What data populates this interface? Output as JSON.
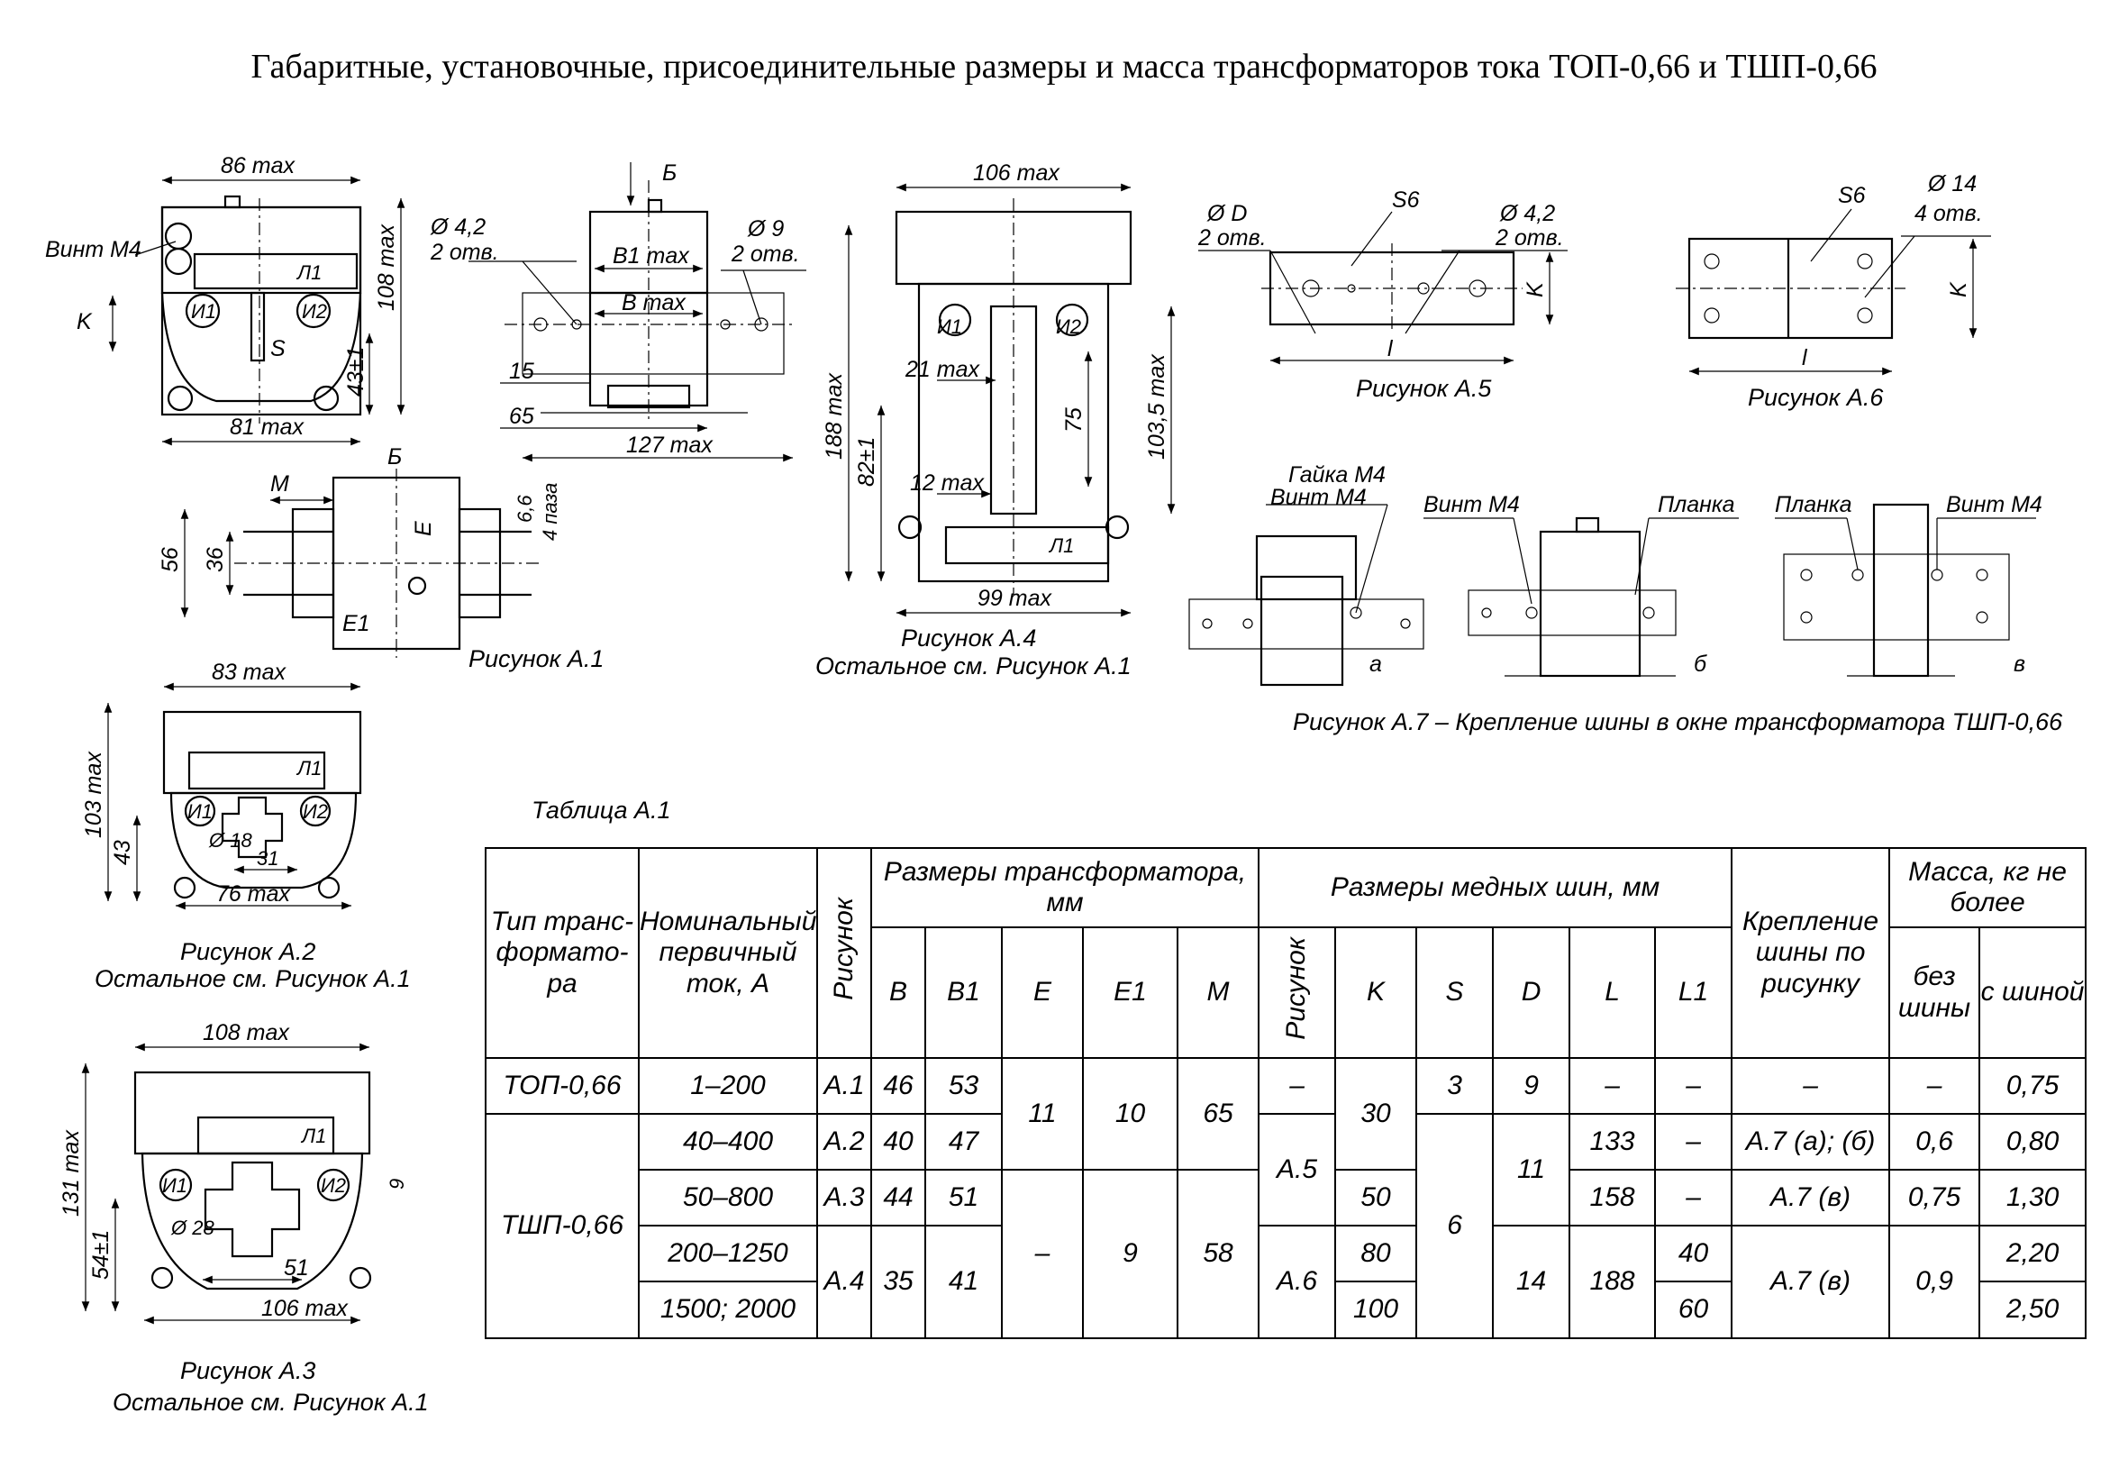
{
  "title": "Габаритные, установочные, присоединительные размеры и масса трансформаторов тока ТОП-0,66 и ТШП-0,66",
  "labels": {
    "d86": "86 max",
    "d108v": "108 max",
    "vint_m4": "Винт М4",
    "l1": "Л1",
    "i1": "И1",
    "i2": "И2",
    "k": "K",
    "s": "S",
    "d43": "43±1",
    "d81": "81 max",
    "b_mark": "Б",
    "phi42": "Ø 4,2",
    "otv2": "2 отв.",
    "phi9": "Ø 9",
    "b1max": "B1 max",
    "bmax": "B max",
    "d15": "15",
    "d65": "65",
    "d127": "127 max",
    "m": "M",
    "d56": "56",
    "d36": "36",
    "e": "E",
    "e1": "E1",
    "d66": "6,6",
    "paza4": "4 паза",
    "fig_a1": "Рисунок А.1",
    "d106": "106 max",
    "d21": "21 max",
    "d12": "12 max",
    "d75": "75",
    "d188": "188 max",
    "d82": "82±1",
    "d1035": "103,5 max",
    "d99": "99 max",
    "fig_a4": "Рисунок А.4",
    "rest_a1": "Остальное см. Рисунок А.1",
    "phid": "Ø D",
    "s6": "S6",
    "l_small": "l",
    "fig_a5": "Рисунок А.5",
    "phi14": "Ø 14",
    "otv4": "4 отв.",
    "fig_a6": "Рисунок А.6",
    "gaika_m4": "Гайка М4",
    "planka": "Планка",
    "sub_a": "а",
    "sub_b": "б",
    "sub_v": "в",
    "fig_a7": "Рисунок А.7 – Крепление шины в окне трансформатора ТШП-0,66",
    "d83": "83 max",
    "d103": "103 max",
    "d43b": "43",
    "phi18": "Ø 18",
    "d31": "31",
    "d76": "76 max",
    "fig_a2": "Рисунок А.2",
    "d108h": "108 max",
    "d131": "131 max",
    "d54": "54±1",
    "phi28": "Ø 28",
    "d51": "51",
    "d9": "9",
    "d106b": "106 max",
    "fig_a3": "Рисунок А.3"
  },
  "table": {
    "caption": "Таблица А.1",
    "h_type": "Тип транс-формато-ра",
    "h_current": "Номинальный первичный ток, А",
    "h_fig": "Рисунок",
    "h_dims": "Размеры трансформатора, мм",
    "h_bus": "Размеры медных шин, мм",
    "h_mount": "Крепление шины по рисунку",
    "h_mass": "Масса, кг не более",
    "h_B": "B",
    "h_B1": "B1",
    "h_E": "E",
    "h_E1": "E1",
    "h_M": "M",
    "h_bfig": "Рисунок",
    "h_K": "K",
    "h_S": "S",
    "h_D": "D",
    "h_L": "L",
    "h_L1": "L1",
    "h_nobus": "без шины",
    "h_withbus": "с шиной",
    "top_type": "ТОП-0,66",
    "tshp_type": "ТШП-0,66",
    "rows": [
      {
        "current": "1–200",
        "fig": "А.1",
        "B": "46",
        "B1": "53",
        "bfig": "–",
        "S": "3",
        "D": "9",
        "L": "–",
        "L1": "–",
        "mount": "–",
        "nobus": "–",
        "withbus": "0,75"
      },
      {
        "current": "40–400",
        "fig": "А.2",
        "B": "40",
        "B1": "47",
        "L": "133",
        "L1": "–",
        "mount": "А.7 (а); (б)",
        "nobus": "0,6",
        "withbus": "0,80"
      },
      {
        "current": "50–800",
        "fig": "А.3",
        "B": "44",
        "B1": "51",
        "K": "50",
        "L": "158",
        "L1": "–",
        "mount": "А.7 (в)",
        "nobus": "0,75",
        "withbus": "1,30"
      },
      {
        "current": "200–1250",
        "K": "80",
        "L1": "40",
        "withbus": "2,20"
      },
      {
        "current": "1500; 2000",
        "K": "100",
        "L1": "60",
        "withbus": "2,50"
      }
    ],
    "merged": {
      "E_top": "11",
      "E1_top": "10",
      "M_top": "65",
      "K_top": "30",
      "bfig_a5": "А.5",
      "S_tshp": "6",
      "D_tshp": "11",
      "E_low": "–",
      "E1_low": "9",
      "M_low": "58",
      "fig_a4": "А.4",
      "B_a4": "35",
      "B1_a4": "41",
      "bfig_a6": "А.6",
      "D_a6": "14",
      "L_a6": "188",
      "mount_a6": "А.7 (в)",
      "nobus_a6": "0,9"
    }
  }
}
